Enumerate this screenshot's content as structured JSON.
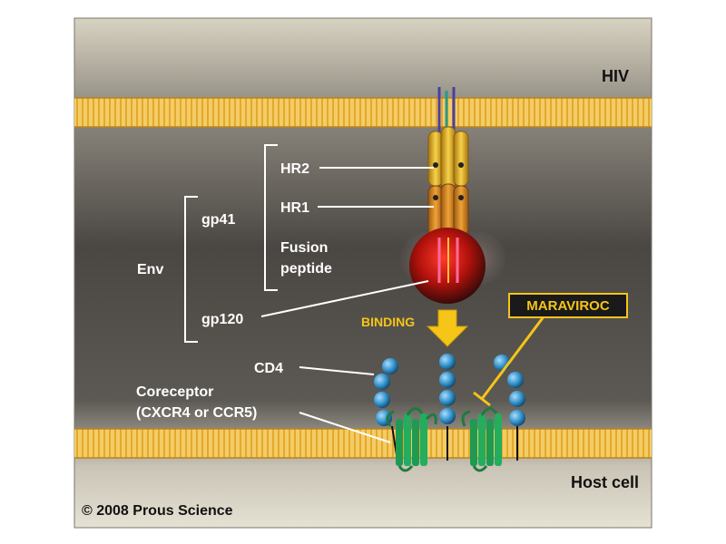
{
  "labels": {
    "hiv": "HIV",
    "host_cell": "Host cell",
    "hr2": "HR2",
    "hr1": "HR1",
    "fusion_line1": "Fusion",
    "fusion_line2": "peptide",
    "gp41": "gp41",
    "env": "Env",
    "gp120": "gp120",
    "binding": "BINDING",
    "maraviroc": "MARAVIROC",
    "cd4": "CD4",
    "coreceptor_line1": "Coreceptor",
    "coreceptor_line2": "(CXCR4 or CCR5)",
    "copyright": "© 2008 Prous Science"
  },
  "colors": {
    "membrane": "#f2c75c",
    "membrane_stripe": "#e0a628",
    "background_gradient_light": "#d9d4c3",
    "background_gradient_dark": "#3a3835",
    "gp41_helix": "#e8b430",
    "gp41_lower": "#d2882a",
    "gp120_sphere": "#b8140f",
    "cd4_domain": "#3a9bd0",
    "coreceptor": "#1f9a52",
    "binding_arrow": "#f5c518",
    "maraviroc_border": "#f5c518",
    "label_text": "#ffffff"
  }
}
